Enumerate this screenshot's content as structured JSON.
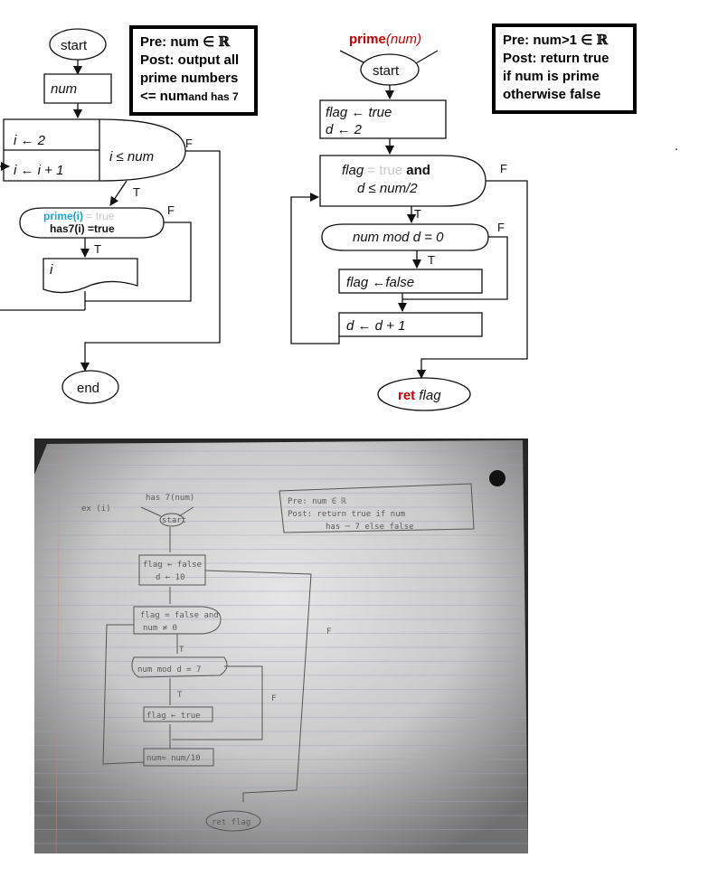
{
  "flowchart1": {
    "start": "start",
    "input": "num",
    "init": "i ← 2",
    "incr": "i ← i + 1",
    "cond": "i ≤ num",
    "cond_false": "F",
    "cond_true": "T",
    "prime_call": "prime(i)",
    "prime_eq": " = true",
    "has7": "has7(i) =true",
    "check_false": "F",
    "check_true": "T",
    "output": "i",
    "end": "end",
    "pre_line1": "Pre: num ∈ ",
    "pre_symbol": "ℝ",
    "post_line1": "Post: output all",
    "post_line2": "prime numbers",
    "post_line3_a": "<= num",
    "post_line3_b": "and has 7"
  },
  "flowchart2": {
    "title_fn": "prime",
    "title_arg": "(num)",
    "start": "start",
    "assign_flag": "flag ← true",
    "assign_d": "d ← 2",
    "loop_flag": "flag",
    "loop_eq_true": " = true ",
    "loop_and": "and",
    "loop_cond2": "d ≤ num/2",
    "loop_false": "F",
    "loop_true": "T",
    "mod_cond": "num mod d = 0",
    "mod_false": "F",
    "mod_true": "T",
    "set_false": "flag ←false",
    "increment": "d ← d + 1",
    "ret_kw": "ret",
    "ret_var": "flag",
    "pre_line1": "Pre: num>1 ∈ ",
    "pre_symbol": "ℝ",
    "post_line1": "Post: return true",
    "post_line2": "if num is prime",
    "post_line3": "otherwise false",
    "stray_mark": "."
  },
  "handwritten": {
    "ex_label": "ex (i)",
    "fn_name": "has 7(num)",
    "start": "start",
    "pre": "Pre:   num ∈ ℝ",
    "post": "Post:   return   true    if    num",
    "post2": "has  ─  7    else    false",
    "box1_a": "flag ← false",
    "box1_b": "d ← 10",
    "loop_a": "flag = false and",
    "loop_b": "num ≠ 0",
    "loop_true": "T",
    "loop_false": "F",
    "mod": "num mod d = 7",
    "mod_true": "T",
    "mod_false": "F",
    "set_true": "flag ← true",
    "divide": "num= num/10",
    "ret": "ret flag"
  },
  "colors": {
    "keyword_red": "#cc0000",
    "prime_blue": "#1fa3d6",
    "faded_true": "#c8c8c8"
  }
}
